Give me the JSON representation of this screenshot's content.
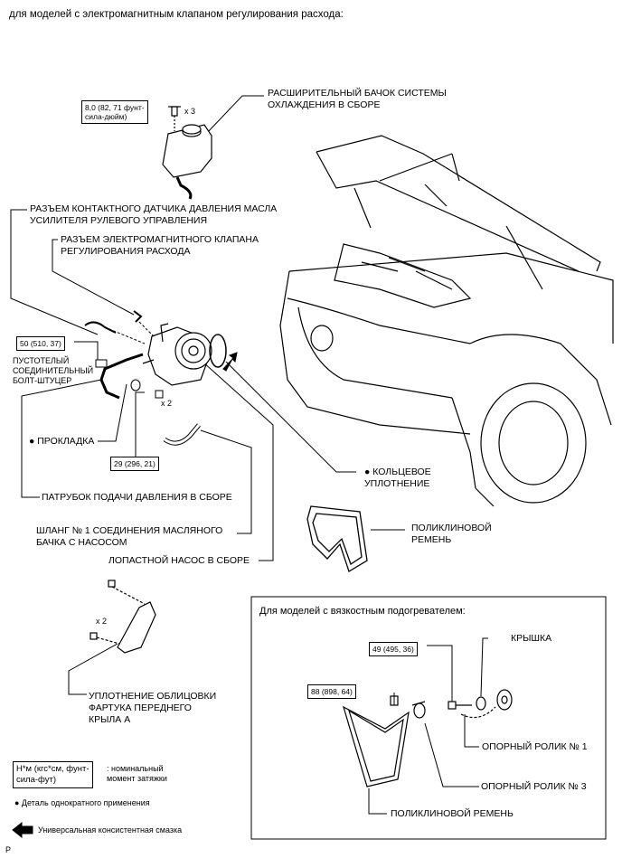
{
  "header": {
    "subtitle": "для моделей с электромагнитным клапаном регулирования расхода:"
  },
  "labels": {
    "reservoir": "РАСШИРИТЕЛЬНЫЙ БАЧОК СИСТЕМЫ\nОХЛАЖДЕНИЯ В СБОРЕ",
    "pressure_switch": "РАЗЪЕМ КОНТАКТНОГО ДАТЧИКА ДАВЛЕНИЯ МАСЛА\nУСИЛИТЕЛЯ РУЛЕВОГО УПРАВЛЕНИЯ",
    "flow_valve": "РАЗЪЕМ ЭЛЕКТРОМАГНИТНОГО КЛАПАНА\nРЕГУЛИРОВАНИЯ РАСХОДА",
    "union_bolt": "ПУСТОТЕЛЫЙ\nСОЕДИНИТЕЛЬНЫЙ\nБОЛТ-ШТУЦЕР",
    "gasket": "● ПРОКЛАДКА",
    "pressure_tube": "ПАТРУБОК ПОДАЧИ ДАВЛЕНИЯ В СБОРЕ",
    "hose": "ШЛАНГ № 1 СОЕДИНЕНИЯ МАСЛЯНОГО\nБАЧКА С НАСОСОМ",
    "vane_pump": "ЛОПАСТНОЙ НАСОС В СБОРЕ",
    "o_ring": "● КОЛЬЦЕВОЕ\nУПЛОТНЕНИЕ",
    "vbelt": "ПОЛИКЛИНОВОЙ\nРЕМЕНЬ",
    "fender_seal": "УПЛОТНЕНИЕ ОБЛИЦОВКИ\nФАРТУКА ПЕРЕДНЕГО\nКРЫЛА А",
    "x3": "x 3",
    "x2a": "x 2",
    "x2b": "x 2"
  },
  "torques": {
    "t1": "8,0 (82, 71 фунт-\nсила-дюйм)",
    "t2": "50 (510, 37)",
    "t3": "29 (296, 21)",
    "t4": "49 (495, 36)",
    "t5": "88 (898, 64)"
  },
  "inset": {
    "title": "Для моделей с вязкостным подогревателем:",
    "cover": "КРЫШКА",
    "idler1": "ОПОРНЫЙ РОЛИК № 1",
    "idler3": "ОПОРНЫЙ РОЛИК № 3",
    "belt": "ПОЛИКЛИНОВОЙ РЕМЕНЬ"
  },
  "legend": {
    "torque_unit": "Н*м (кгс*см, фунт-\nсила-фут)",
    "torque_desc": ": номинальный\nмомент затяжки",
    "single_use": "● Деталь однократного применения",
    "grease": "Универсальная консистентная смазка"
  },
  "footer": {
    "code": "P"
  }
}
